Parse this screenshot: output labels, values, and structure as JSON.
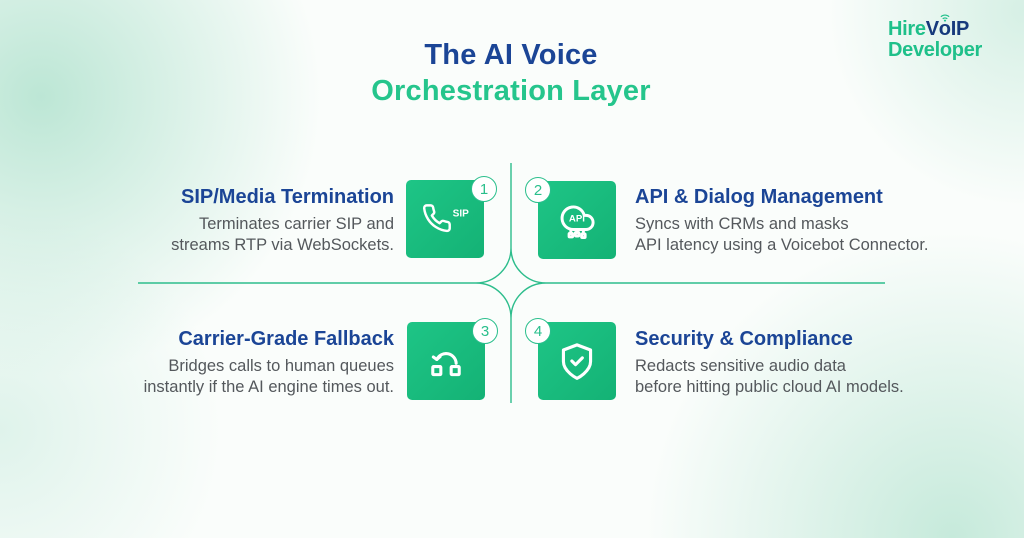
{
  "page": {
    "title_line1": "The AI Voice",
    "title_line2": "Orchestration Layer"
  },
  "logo": {
    "part_hire": "Hire",
    "part_v": "V",
    "part_o": "o",
    "part_ip": "IP",
    "line2": "Developer"
  },
  "quadrants": [
    {
      "number": "1",
      "title": "SIP/Media Termination",
      "desc_lines": [
        "Terminates carrier SIP and",
        "streams RTP via WebSockets."
      ],
      "icon": "phone-sip-icon",
      "icon_label": "SIP"
    },
    {
      "number": "2",
      "title": "API & Dialog Management",
      "desc_lines": [
        "Syncs with CRMs and masks",
        "API latency using a Voicebot Connector."
      ],
      "icon": "api-cloud-icon",
      "icon_label": "API"
    },
    {
      "number": "3",
      "title": "Carrier-Grade Fallback",
      "desc_lines": [
        "Bridges calls to human queues",
        "instantly if the AI engine times out."
      ],
      "icon": "fallback-arrow-icon"
    },
    {
      "number": "4",
      "title": "Security & Compliance",
      "desc_lines": [
        "Redacts sensitive audio data",
        "before hitting public cloud AI models."
      ],
      "icon": "shield-check-icon"
    }
  ],
  "colors": {
    "navy": "#1b4596",
    "green_text": "#25c58c",
    "tile_green": "#18bc7d",
    "line_green": "#2dbd8c",
    "desc_gray": "#54585c",
    "logo_navy": "#173a7c",
    "logo_green": "#1fc08a"
  }
}
